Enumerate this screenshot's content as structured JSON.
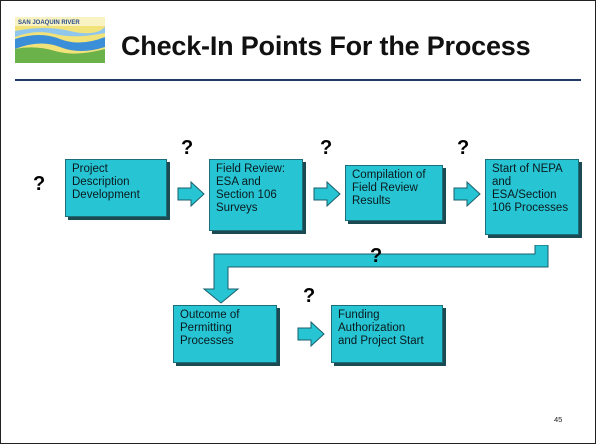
{
  "slide": {
    "title": "Check-In Points For the Process",
    "page_number": "45",
    "logo_text": "SAN JOAQUIN RIVER"
  },
  "boxes": [
    {
      "label": "Project\nDescription\nDevelopment"
    },
    {
      "label": "Field Review:\nESA and\nSection 106\nSurveys"
    },
    {
      "label": "Compilation of\nField Review\nResults"
    },
    {
      "label": "Start of NEPA\nand\nESA/Section\n106 Processes"
    },
    {
      "label": "Outcome of\nPermitting\nProcesses"
    },
    {
      "label": "Funding\nAuthorization\nand Project Start"
    }
  ],
  "checkpoints": [
    "?",
    "?",
    "?",
    "?",
    "?",
    "?"
  ],
  "colors": {
    "box_fill": "#27c4d3",
    "arrow_fill": "#27c4d3",
    "title_rule": "#1f3b63"
  }
}
